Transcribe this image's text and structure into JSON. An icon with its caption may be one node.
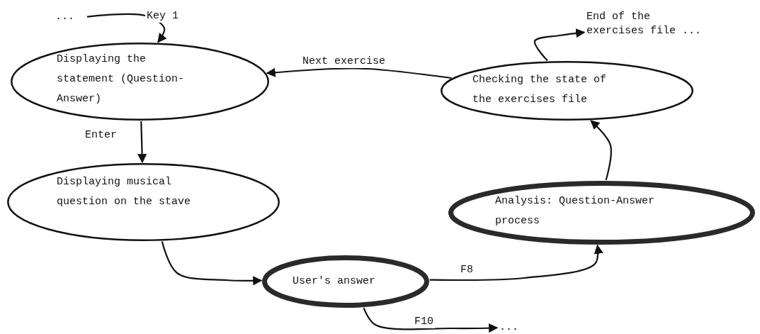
{
  "diagram": {
    "nodes": [
      {
        "text": [
          "..."
        ]
      },
      {
        "text": [
          "Displaying the statement (Question-Answer)"
        ]
      },
      {
        "text": [
          "Checking the state of the exercises file"
        ]
      },
      {
        "text": [
          "End of the exercises file ..."
        ]
      },
      {
        "text": [
          "Displaying musical question on the stave"
        ]
      },
      {
        "text": [
          "Analysis: Question-Answer process"
        ]
      },
      {
        "text": [
          "User's answer"
        ]
      },
      {
        "text": [
          "..."
        ]
      }
    ],
    "edges": [
      {
        "from": 0,
        "to": 1,
        "arrow": "to",
        "label": "Key 1"
      },
      {
        "from": 2,
        "to": 1,
        "arrow": "to",
        "label": "Next exercise"
      },
      {
        "from": 2,
        "to": 3,
        "arrow": "to"
      },
      {
        "from": 1,
        "to": 4,
        "arrow": "to",
        "label": "Enter"
      },
      {
        "from": 4,
        "to": 6,
        "arrow": "to"
      },
      {
        "from": 6,
        "to": 5,
        "arrow": "to",
        "label": "F8"
      },
      {
        "from": 5,
        "to": 2,
        "arrow": "to"
      },
      {
        "from": 6,
        "to": 7,
        "arrow": "to",
        "label": "F10"
      }
    ]
  }
}
